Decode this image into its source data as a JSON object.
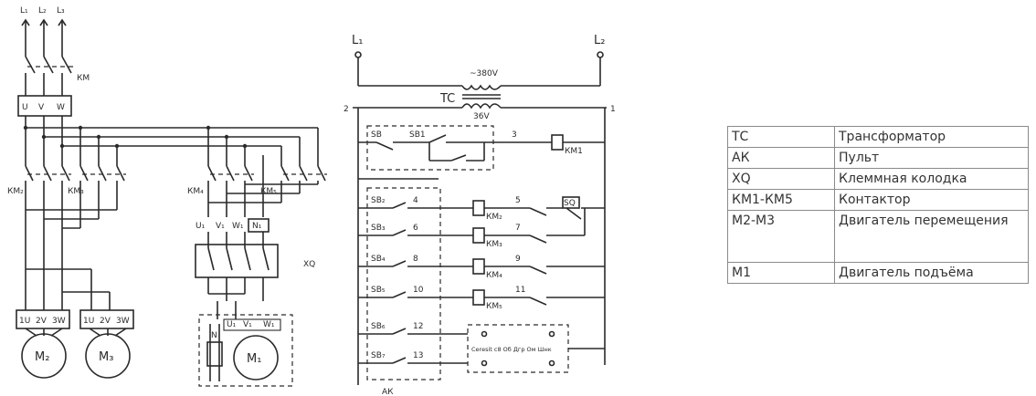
{
  "power": {
    "phase_labels": [
      "L₁",
      "L₂",
      "L₃"
    ],
    "main_contactor": "КМ",
    "terminal_labels": [
      "U",
      "V",
      "W"
    ],
    "contactors": [
      "КМ₂",
      "КМ₃",
      "КМ₄",
      "КМ₅"
    ],
    "motor_terminals_a": [
      "1U",
      "2V",
      "3W"
    ],
    "motor_terminals_b": [
      "1U",
      "2V",
      "3W"
    ],
    "motors": [
      "М₂",
      "М₃",
      "М₁"
    ],
    "block_labels": [
      "U₁",
      "V₁",
      "W₁",
      "N₁"
    ],
    "xq_label": "XQ",
    "hoist_terminals": [
      "U₁",
      "V₁",
      "W₁"
    ],
    "brake_label": "N"
  },
  "control": {
    "supply_labels": [
      "L₁",
      "L₂"
    ],
    "primary_voltage": "~380V",
    "transformer": "TC",
    "secondary_voltage": "36V",
    "node_labels": [
      "2",
      "1",
      "3"
    ],
    "stop_buttons": [
      "SB",
      "SB1"
    ],
    "main_coil": "КМ1",
    "pendant_buttons": [
      "SB₂",
      "SB₃",
      "SB₄",
      "SB₅",
      "SB₆",
      "SB₇"
    ],
    "rung_numbers": [
      "4",
      "5",
      "6",
      "7",
      "8",
      "9",
      "10",
      "11",
      "12",
      "13"
    ],
    "coils": [
      "КМ₂",
      "КМ₃",
      "КМ₄",
      "КМ₅"
    ],
    "limit_switch": "SQ",
    "box_text": "Ceresit с8 Об Дгр Ом Шнк",
    "pendant_label": "АК"
  },
  "legend": [
    {
      "code": "ТС",
      "desc": "Трансформатор"
    },
    {
      "code": "АК",
      "desc": "Пульт"
    },
    {
      "code": "XQ",
      "desc": "Клеммная колодка"
    },
    {
      "code": "КМ1-КМ5",
      "desc": "Контактор"
    },
    {
      "code": "М2-М3",
      "desc": "Двигатель перемещения"
    },
    {
      "code": "М1",
      "desc": "Двигатель подъёма"
    }
  ]
}
